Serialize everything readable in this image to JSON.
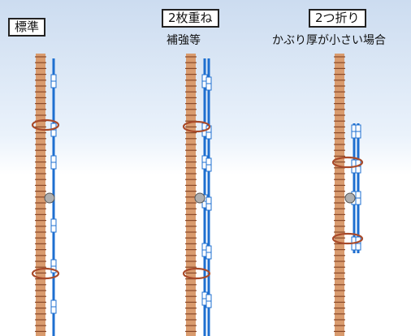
{
  "columns": [
    {
      "title": "標準",
      "subtitle": ""
    },
    {
      "title": "2枚重ね",
      "subtitle": "補強等"
    },
    {
      "title": "2つ折り",
      "subtitle": "かぶり厚が小さい場合"
    }
  ],
  "colors": {
    "rebar": "#d99b6e",
    "rebar_rib": "#8a4a2a",
    "stirrup": "#a84a2a",
    "sensor_tape": "#1e6fd0",
    "sensor_light": "#9cc8f0",
    "connector": "#b0b0b0"
  }
}
